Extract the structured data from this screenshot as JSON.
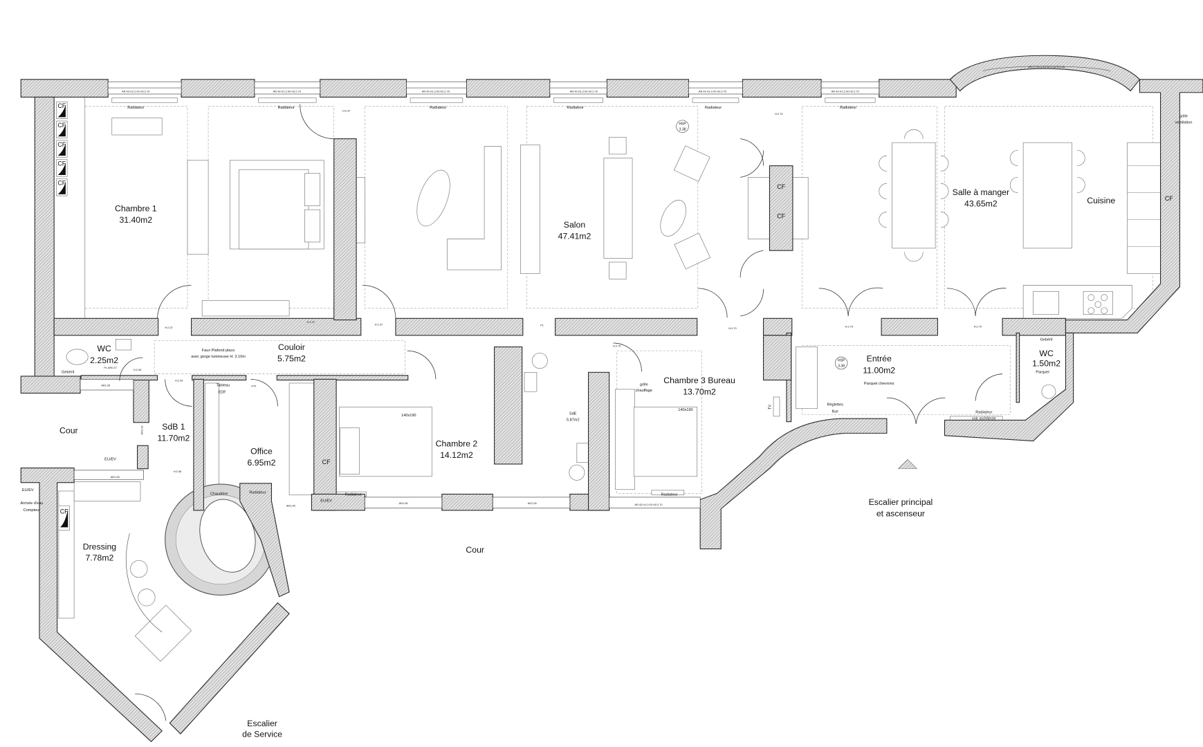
{
  "rooms": [
    {
      "name": "Chambre 1",
      "area": "31.40m2"
    },
    {
      "name": "Salon",
      "area": "47.41m2"
    },
    {
      "name": "Salle à manger",
      "area": "43.65m2"
    },
    {
      "name": "Cuisine"
    },
    {
      "name": "Couloir",
      "area": "5.75m2"
    },
    {
      "name": "WC",
      "area": "2.25m2"
    },
    {
      "name": "SdB 1",
      "area": "11.70m2"
    },
    {
      "name": "Office",
      "area": "6.95m2"
    },
    {
      "name": "Chambre 2",
      "area": "14.12m2"
    },
    {
      "name": "SdE",
      "area": "5.87m2"
    },
    {
      "name": "Chambre 3 Bureau",
      "area": "13.70m2"
    },
    {
      "name": "Entrée",
      "area": "11.00m2"
    },
    {
      "name": "WC",
      "area": "1.50m2"
    },
    {
      "name": "Dressing",
      "area": "7.78m2"
    }
  ],
  "outside": {
    "cour": "Cour",
    "escalier_principal": [
      "Escalier principal",
      "et ascenseur"
    ],
    "escalier_service": [
      "Escalier",
      "de Service"
    ]
  },
  "windows": {
    "standard": "AR.43 H1:2.00 H2:2.70",
    "bay": "AR.17 H1:2.43 H2:3.18 R:0.20",
    "small": "AR1.05",
    "sdb": "AR1.43",
    "wc": "PL AR0.37"
  },
  "heights": {
    "h237": "H:2.37",
    "h270": "H:2.70",
    "h226": "H:2.26",
    "h246": "H:2.46",
    "pl": "PL",
    "p70": "P70"
  },
  "notes": {
    "radiateur": "Radiateur",
    "faux_plafond": [
      "Faux Plafond placo",
      "avec gorge lumineuse H: 3.10m"
    ],
    "geberit": "Gebérit",
    "parquet": "Parquet",
    "parquet_chevrons": "Parquet chevrons",
    "reglettes": [
      "Réglettes",
      "flue"
    ],
    "radiateur_architecte": [
      "Radiateur",
      "voir architecte"
    ],
    "grille_ventilation": [
      "grille",
      "ventilation"
    ],
    "grille_chauffage": [
      "grille",
      "chauffage"
    ],
    "tableau_edf": [
      "Tableau",
      "EDF"
    ],
    "chaudiere": "Chaudière",
    "eu_ev": "EU/EV",
    "arrivee_eau": [
      "Arrivée d'eau",
      "Compteur"
    ],
    "bed_size": "140x190",
    "tv": "TV",
    "hsp": [
      "HSP",
      "3.38"
    ],
    "cf": "CF"
  }
}
